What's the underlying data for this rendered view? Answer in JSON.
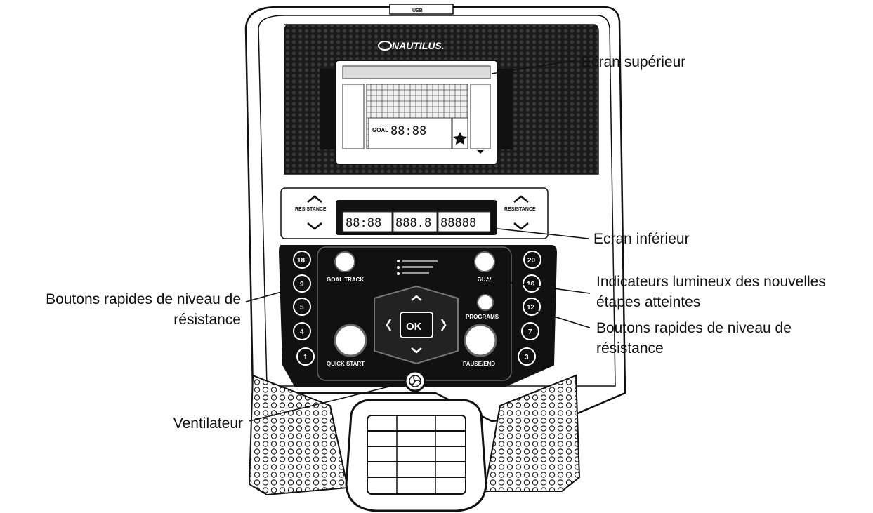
{
  "console": {
    "brand": "NAUTILUS.",
    "usb": "USB",
    "top_display": {
      "goal": "GOAL",
      "time": "88:88"
    },
    "bottom_display": {
      "segments": [
        "88:88",
        "888.8",
        "88888"
      ]
    },
    "resistance_left": "RESISTANCE",
    "resistance_right": "RESISTANCE",
    "buttons": {
      "goal_track": "GOAL TRACK",
      "dual": "DUAL",
      "programs": "PROGRAMS",
      "ok": "OK",
      "quick_start": "QUICK START",
      "pause_end": "PAUSE/END"
    },
    "quick_keys_left": [
      "18",
      "9",
      "5",
      "4",
      "1"
    ],
    "quick_keys_right": [
      "20",
      "16",
      "12",
      "7",
      "3"
    ]
  },
  "callouts": {
    "upper_screen": "Ecran supérieur",
    "lower_screen": "Ecran inférieur",
    "milestone_line1": "Indicateurs lumineux des nouvelles",
    "milestone_line2": "étapes atteintes",
    "resistance_right_line1": "Boutons rapides de niveau de",
    "resistance_right_line2": "résistance",
    "resistance_left_line1": "Boutons rapides de niveau de",
    "resistance_left_line2": "résistance",
    "fan": "Ventilateur"
  }
}
